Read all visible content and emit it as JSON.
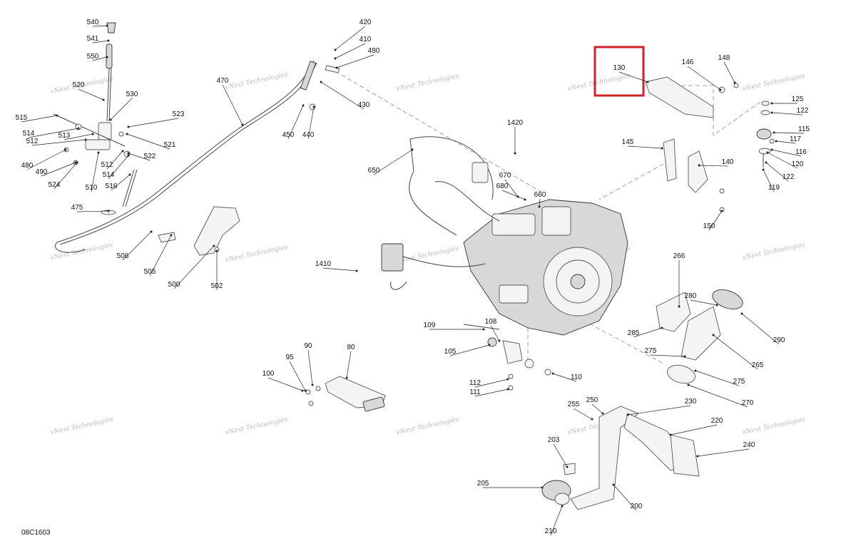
{
  "diagram_code": "08C1603",
  "watermark": "vNext Technologies",
  "highlight": {
    "part": "130",
    "color": "#d0202a"
  },
  "parts": [
    {
      "id": "p540",
      "label": "540"
    },
    {
      "id": "p541",
      "label": "541"
    },
    {
      "id": "p550",
      "label": "550"
    },
    {
      "id": "p520",
      "label": "520"
    },
    {
      "id": "p530",
      "label": "530"
    },
    {
      "id": "p515",
      "label": "515"
    },
    {
      "id": "p514a",
      "label": "514"
    },
    {
      "id": "p512a",
      "label": "512"
    },
    {
      "id": "p513",
      "label": "513"
    },
    {
      "id": "p523",
      "label": "523"
    },
    {
      "id": "p521",
      "label": "521"
    },
    {
      "id": "p522",
      "label": "522"
    },
    {
      "id": "p480a",
      "label": "480"
    },
    {
      "id": "p490",
      "label": "490"
    },
    {
      "id": "p524",
      "label": "524"
    },
    {
      "id": "p510",
      "label": "510"
    },
    {
      "id": "p512b",
      "label": "512"
    },
    {
      "id": "p514b",
      "label": "514"
    },
    {
      "id": "p516",
      "label": "516"
    },
    {
      "id": "p475",
      "label": "475"
    },
    {
      "id": "p470",
      "label": "470"
    },
    {
      "id": "p420",
      "label": "420"
    },
    {
      "id": "p410",
      "label": "410"
    },
    {
      "id": "p480b",
      "label": "480"
    },
    {
      "id": "p430",
      "label": "430"
    },
    {
      "id": "p450",
      "label": "450"
    },
    {
      "id": "p440",
      "label": "440"
    },
    {
      "id": "p506",
      "label": "506"
    },
    {
      "id": "p505",
      "label": "505"
    },
    {
      "id": "p500",
      "label": "500"
    },
    {
      "id": "p502",
      "label": "502"
    },
    {
      "id": "p130",
      "label": "130"
    },
    {
      "id": "p146",
      "label": "146"
    },
    {
      "id": "p148",
      "label": "148"
    },
    {
      "id": "p125",
      "label": "125"
    },
    {
      "id": "p122a",
      "label": "122"
    },
    {
      "id": "p115",
      "label": "115"
    },
    {
      "id": "p117",
      "label": "117"
    },
    {
      "id": "p116",
      "label": "116"
    },
    {
      "id": "p120",
      "label": "120"
    },
    {
      "id": "p122b",
      "label": "122"
    },
    {
      "id": "p119",
      "label": "119"
    },
    {
      "id": "p145",
      "label": "145"
    },
    {
      "id": "p140",
      "label": "140"
    },
    {
      "id": "p150",
      "label": "150"
    },
    {
      "id": "p1420",
      "label": "1420"
    },
    {
      "id": "p650",
      "label": "650"
    },
    {
      "id": "p670",
      "label": "670"
    },
    {
      "id": "p680",
      "label": "680"
    },
    {
      "id": "p660",
      "label": "660"
    },
    {
      "id": "p1410",
      "label": "1410"
    },
    {
      "id": "p266",
      "label": "266"
    },
    {
      "id": "p280",
      "label": "280"
    },
    {
      "id": "p285",
      "label": "285"
    },
    {
      "id": "p290",
      "label": "290"
    },
    {
      "id": "p275a",
      "label": "275"
    },
    {
      "id": "p265",
      "label": "265"
    },
    {
      "id": "p275b",
      "label": "275"
    },
    {
      "id": "p270",
      "label": "270"
    },
    {
      "id": "p109",
      "label": "109"
    },
    {
      "id": "p108",
      "label": "108"
    },
    {
      "id": "p105",
      "label": "105"
    },
    {
      "id": "p112",
      "label": "112"
    },
    {
      "id": "p111",
      "label": "111"
    },
    {
      "id": "p110",
      "label": "110"
    },
    {
      "id": "p95",
      "label": "95"
    },
    {
      "id": "p90",
      "label": "90"
    },
    {
      "id": "p80",
      "label": "80"
    },
    {
      "id": "p100",
      "label": "100"
    },
    {
      "id": "p255",
      "label": "255"
    },
    {
      "id": "p250",
      "label": "250"
    },
    {
      "id": "p230",
      "label": "230"
    },
    {
      "id": "p220",
      "label": "220"
    },
    {
      "id": "p240",
      "label": "240"
    },
    {
      "id": "p203",
      "label": "203"
    },
    {
      "id": "p205",
      "label": "205"
    },
    {
      "id": "p200",
      "label": "200"
    },
    {
      "id": "p210",
      "label": "210"
    }
  ]
}
